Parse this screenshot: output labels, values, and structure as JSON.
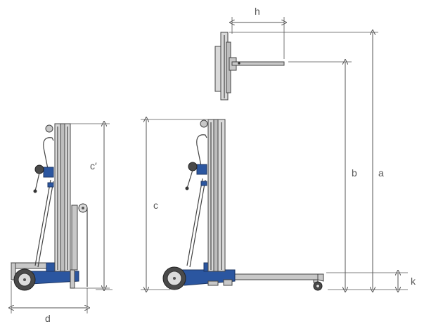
{
  "figure": {
    "dimension_labels": {
      "h": "h",
      "a": "a",
      "b": "b",
      "c": "c",
      "c_prime": "c′",
      "d": "d",
      "k": "k"
    }
  }
}
